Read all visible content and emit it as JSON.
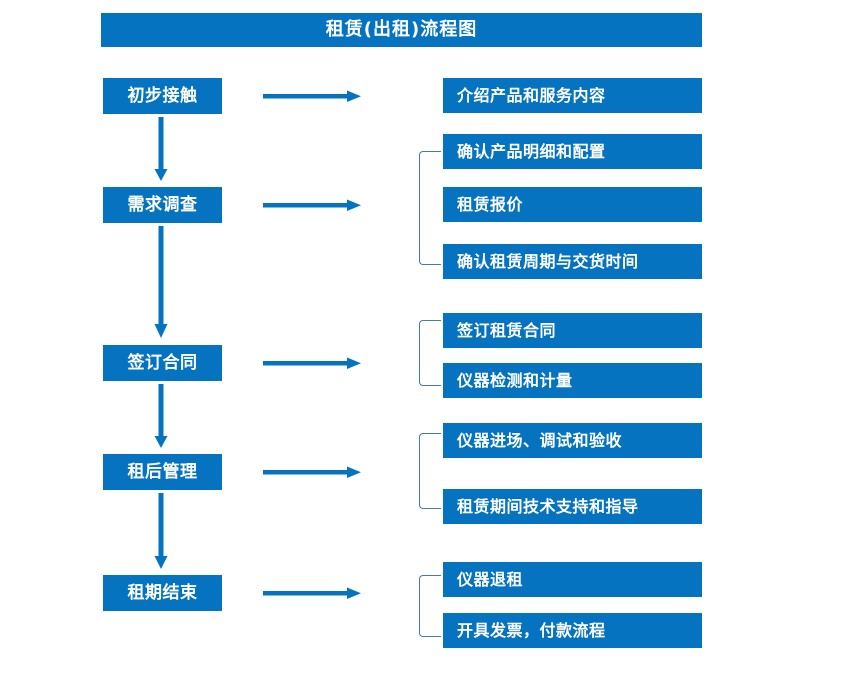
{
  "title": "租赁(出租)流程图",
  "colors": {
    "box_blue": "#0673C0",
    "text_white": "#FFFFFF",
    "arrow_blue": "#0673C0",
    "bracket_blue": "#4A77B4",
    "background": "#FFFFFF"
  },
  "stages": [
    {
      "id": "stage-1",
      "label": "初步接触"
    },
    {
      "id": "stage-2",
      "label": "需求调查"
    },
    {
      "id": "stage-3",
      "label": "签订合同"
    },
    {
      "id": "stage-4",
      "label": "租后管理"
    },
    {
      "id": "stage-5",
      "label": "租期结束"
    }
  ],
  "details": [
    {
      "id": "detail-1",
      "label": "介绍产品和服务内容"
    },
    {
      "id": "detail-2",
      "label": "确认产品明细和配置"
    },
    {
      "id": "detail-3",
      "label": "租赁报价"
    },
    {
      "id": "detail-4",
      "label": "确认租赁周期与交货时间"
    },
    {
      "id": "detail-5",
      "label": "签订租赁合同"
    },
    {
      "id": "detail-6",
      "label": "仪器检测和计量"
    },
    {
      "id": "detail-7",
      "label": "仪器进场、调试和验收"
    },
    {
      "id": "detail-8",
      "label": "租赁期间技术支持和指导"
    },
    {
      "id": "detail-9",
      "label": "仪器退租"
    },
    {
      "id": "detail-10",
      "label": "开具发票，付款流程"
    }
  ],
  "connections": {
    "horizontal_arrows": [
      {
        "id": "arrow-h-1",
        "from": "初步接触",
        "to": "介绍产品和服务内容"
      },
      {
        "id": "arrow-h-2",
        "from": "需求调查",
        "to": "确认产品明细和配置"
      },
      {
        "id": "arrow-h-3",
        "from": "签订合同",
        "to": "签订租赁合同"
      },
      {
        "id": "arrow-h-4",
        "from": "租后管理",
        "to": "仪器进场、调试和验收"
      },
      {
        "id": "arrow-h-5",
        "from": "租期结束",
        "to": "仪器退租"
      }
    ],
    "vertical_arrows": [
      {
        "id": "arrow-v-1",
        "from": "初步接触",
        "to": "需求调查"
      },
      {
        "id": "arrow-v-2",
        "from": "需求调查",
        "to": "签订合同"
      },
      {
        "id": "arrow-v-3",
        "from": "签订合同",
        "to": "租后管理"
      },
      {
        "id": "arrow-v-4",
        "from": "租后管理",
        "to": "租期结束"
      }
    ],
    "brackets": [
      {
        "id": "bracket-1",
        "groups": [
          "确认产品明细和配置",
          "租赁报价",
          "确认租赁周期与交货时间"
        ]
      },
      {
        "id": "bracket-2",
        "groups": [
          "签订租赁合同",
          "仪器检测和计量"
        ]
      },
      {
        "id": "bracket-3",
        "groups": [
          "仪器进场、调试和验收",
          "租赁期间技术支持和指导"
        ]
      },
      {
        "id": "bracket-4",
        "groups": [
          "仪器退租",
          "开具发票，付款流程"
        ]
      }
    ]
  }
}
